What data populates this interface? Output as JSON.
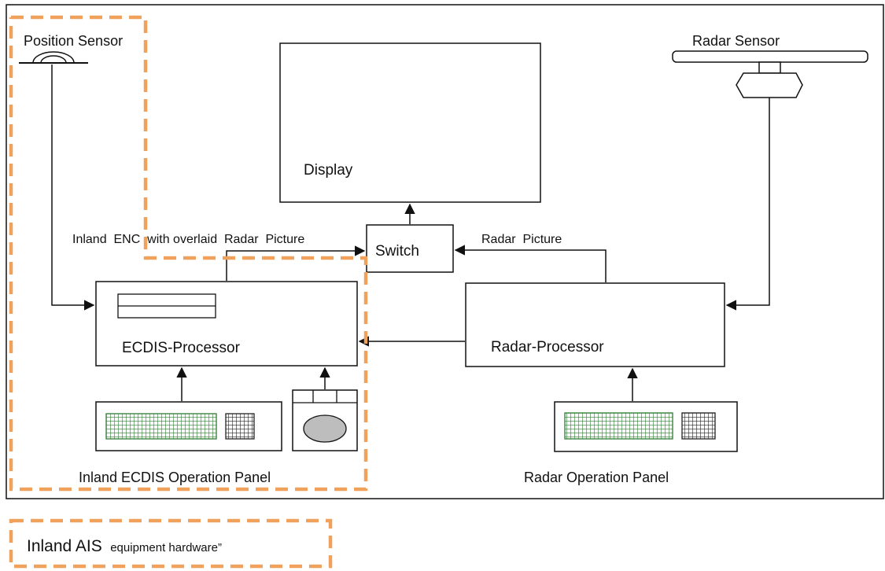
{
  "diagram": {
    "nodes": {
      "position_sensor": "Position Sensor",
      "radar_sensor": "Radar Sensor",
      "display": "Display",
      "switch": "Switch",
      "ecdis_processor": "ECDIS-Processor",
      "radar_processor": "Radar-Processor",
      "ecdis_panel": "Inland ECDIS Operation Panel",
      "radar_panel": "Radar Operation Panel"
    },
    "edges": {
      "ecdis_to_switch": "Inland  ENC  with overlaid  Radar  Picture",
      "radar_to_switch": "Radar  Picture"
    },
    "legend": {
      "main": "Inland AIS",
      "small": "equipment hardware”"
    },
    "colors": {
      "line": "#111111",
      "dashed_highlight": "#f0a15c",
      "keyboard_grid": "#2e7d32"
    }
  }
}
